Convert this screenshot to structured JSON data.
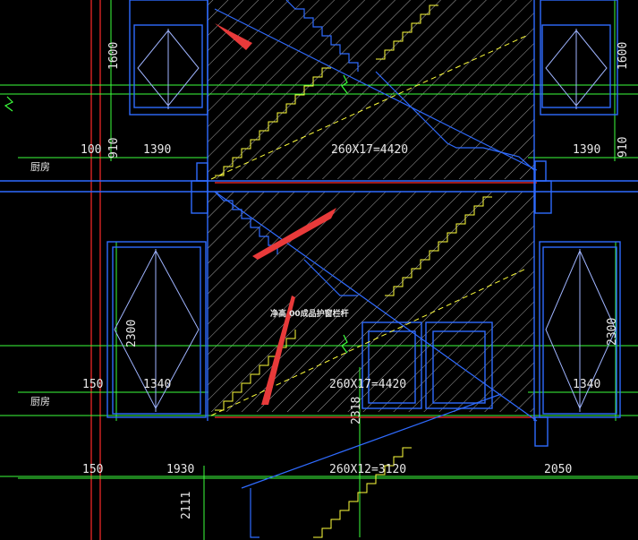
{
  "drawing": {
    "colors": {
      "background": "#000000",
      "wall": "#2f6bff",
      "axis": "#ff2a2a",
      "dimension": "#3cff3c",
      "hatch": "#d8d8d8",
      "step": "#ffff3c",
      "window": "#8fa8ff",
      "pointer": "#e83a3a"
    },
    "dimensions": {
      "upper_left_height": "1600",
      "upper_right_height": "1600",
      "left_offset_upper": "100",
      "left_sill_upper": "910",
      "left_width_upper": "1390",
      "right_width_upper": "1390",
      "right_sill_upper": "910",
      "flight_upper": "260X17=4420",
      "lower_left_height": "2300",
      "lower_right_height": "2300",
      "left_offset_lower": "150",
      "left_width_lower": "1340",
      "right_width_lower": "1340",
      "flight_lower": "260X17=4420",
      "landing_height": "2318",
      "bottom_offset": "150",
      "bottom_left_width": "1930",
      "flight_bottom": "260X12=3120",
      "bottom_right_width": "2050",
      "bottom_height": "2111"
    },
    "labels": {
      "kitchen_upper": "厨房",
      "kitchen_lower": "厨房",
      "railing_note": "净高 00成品护窗栏杆"
    },
    "annotations": {
      "pointer_count": 3
    }
  }
}
